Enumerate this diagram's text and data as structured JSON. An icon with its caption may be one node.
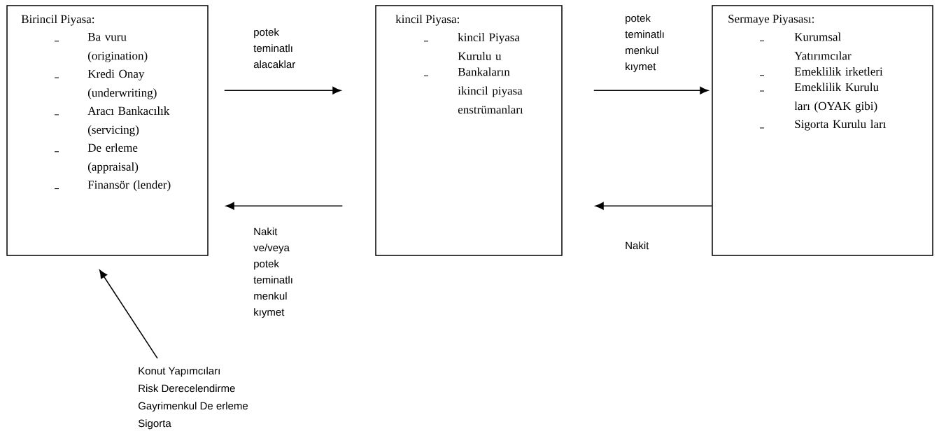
{
  "diagram": {
    "nodes": [
      {
        "text": [
          "Birincil Piyasa:",
          "Ba vuru (origination)",
          "Kredi Onay (underwriting)",
          "Aracı Bankacılık (servicing)",
          "De erleme (appraisal)",
          "Finansör (lender)"
        ]
      },
      {
        "text": [
          "kincil Piyasa:",
          "kincil Piyasa Kurulu u",
          "Bankaların ikincil piyasa enstrümanları"
        ]
      },
      {
        "text": [
          "Sermaye Piyasası:",
          "Kurumsal Yatırımcılar",
          "Emeklilik irketleri",
          "Emeklilik Kurulu ları (OYAK gibi)",
          "Sigorta Kurulu ları"
        ]
      },
      {
        "text": [
          "Konut Yapımcıları",
          "Risk Derecelendirme",
          "Gayrimenkul De erleme",
          "Sigorta"
        ]
      }
    ],
    "edges": [
      {
        "from": 0,
        "to": 1,
        "arrow": "to",
        "label": "potek teminatlı alacaklar"
      },
      {
        "from": 1,
        "to": 0,
        "arrow": "to",
        "label": "Nakit ve/veya potek teminatlı menkul kıymet"
      },
      {
        "from": 1,
        "to": 2,
        "arrow": "to",
        "label": "potek teminatlı menkul kıymet"
      },
      {
        "from": 2,
        "to": 1,
        "arrow": "to",
        "label": "Nakit"
      },
      {
        "from": 3,
        "to": 0,
        "arrow": "to"
      }
    ]
  }
}
